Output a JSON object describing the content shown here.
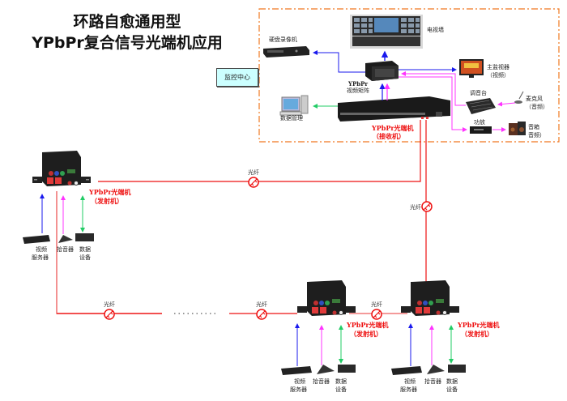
{
  "title": {
    "line1": "环路自愈通用型",
    "line2": "YPbPr复合信号光端机应用"
  },
  "control_center": {
    "label": "监控中心",
    "devices": {
      "video_wall": "电视墙",
      "dvr": "硬盘录像机",
      "matrix_line1": "YPbPr",
      "matrix_line2": "视频矩阵",
      "data_mgmt": "数据管理",
      "receiver_line1": "YPbPr光端机",
      "receiver_line2": "（接收机）",
      "monitor_line1": "主监视器",
      "monitor_line2": "（视频）",
      "mixer": "调音台",
      "mic_line1": "麦克风",
      "mic_line2": "（音频）",
      "amplifier": "功放",
      "speaker_line1": "音箱",
      "speaker_line2": "音频）"
    }
  },
  "fiber_label": "光纤",
  "ellipsis": "..........",
  "transmitters": [
    {
      "id": "tx-left",
      "label_line1": "YPbPr光端机",
      "label_line2": "（发射机）",
      "video_server": [
        "视频",
        "服务器"
      ],
      "pickup": "拾音器",
      "data_device": [
        "数据",
        "设备"
      ]
    },
    {
      "id": "tx-middle",
      "label_line1": "YPbPr光端机",
      "label_line2": "（发射机）",
      "video_server": [
        "视频",
        "服务器"
      ],
      "pickup": "拾音器",
      "data_device": [
        "数据",
        "设备"
      ]
    },
    {
      "id": "tx-right",
      "label_line1": "YPbPr光端机",
      "label_line2": "（发射机）",
      "video_server": [
        "视频",
        "服务器"
      ],
      "pickup": "拾音器",
      "data_device": [
        "数据",
        "设备"
      ]
    }
  ],
  "colors": {
    "fiber": "#ee1111",
    "fiber_light": "#f07878",
    "video": "#1a1aee",
    "video_light": "#7777ff",
    "audio": "#ff33ff",
    "data": "#22cc66",
    "border_dash": "#f07820",
    "box_fill": "#ccffff"
  }
}
